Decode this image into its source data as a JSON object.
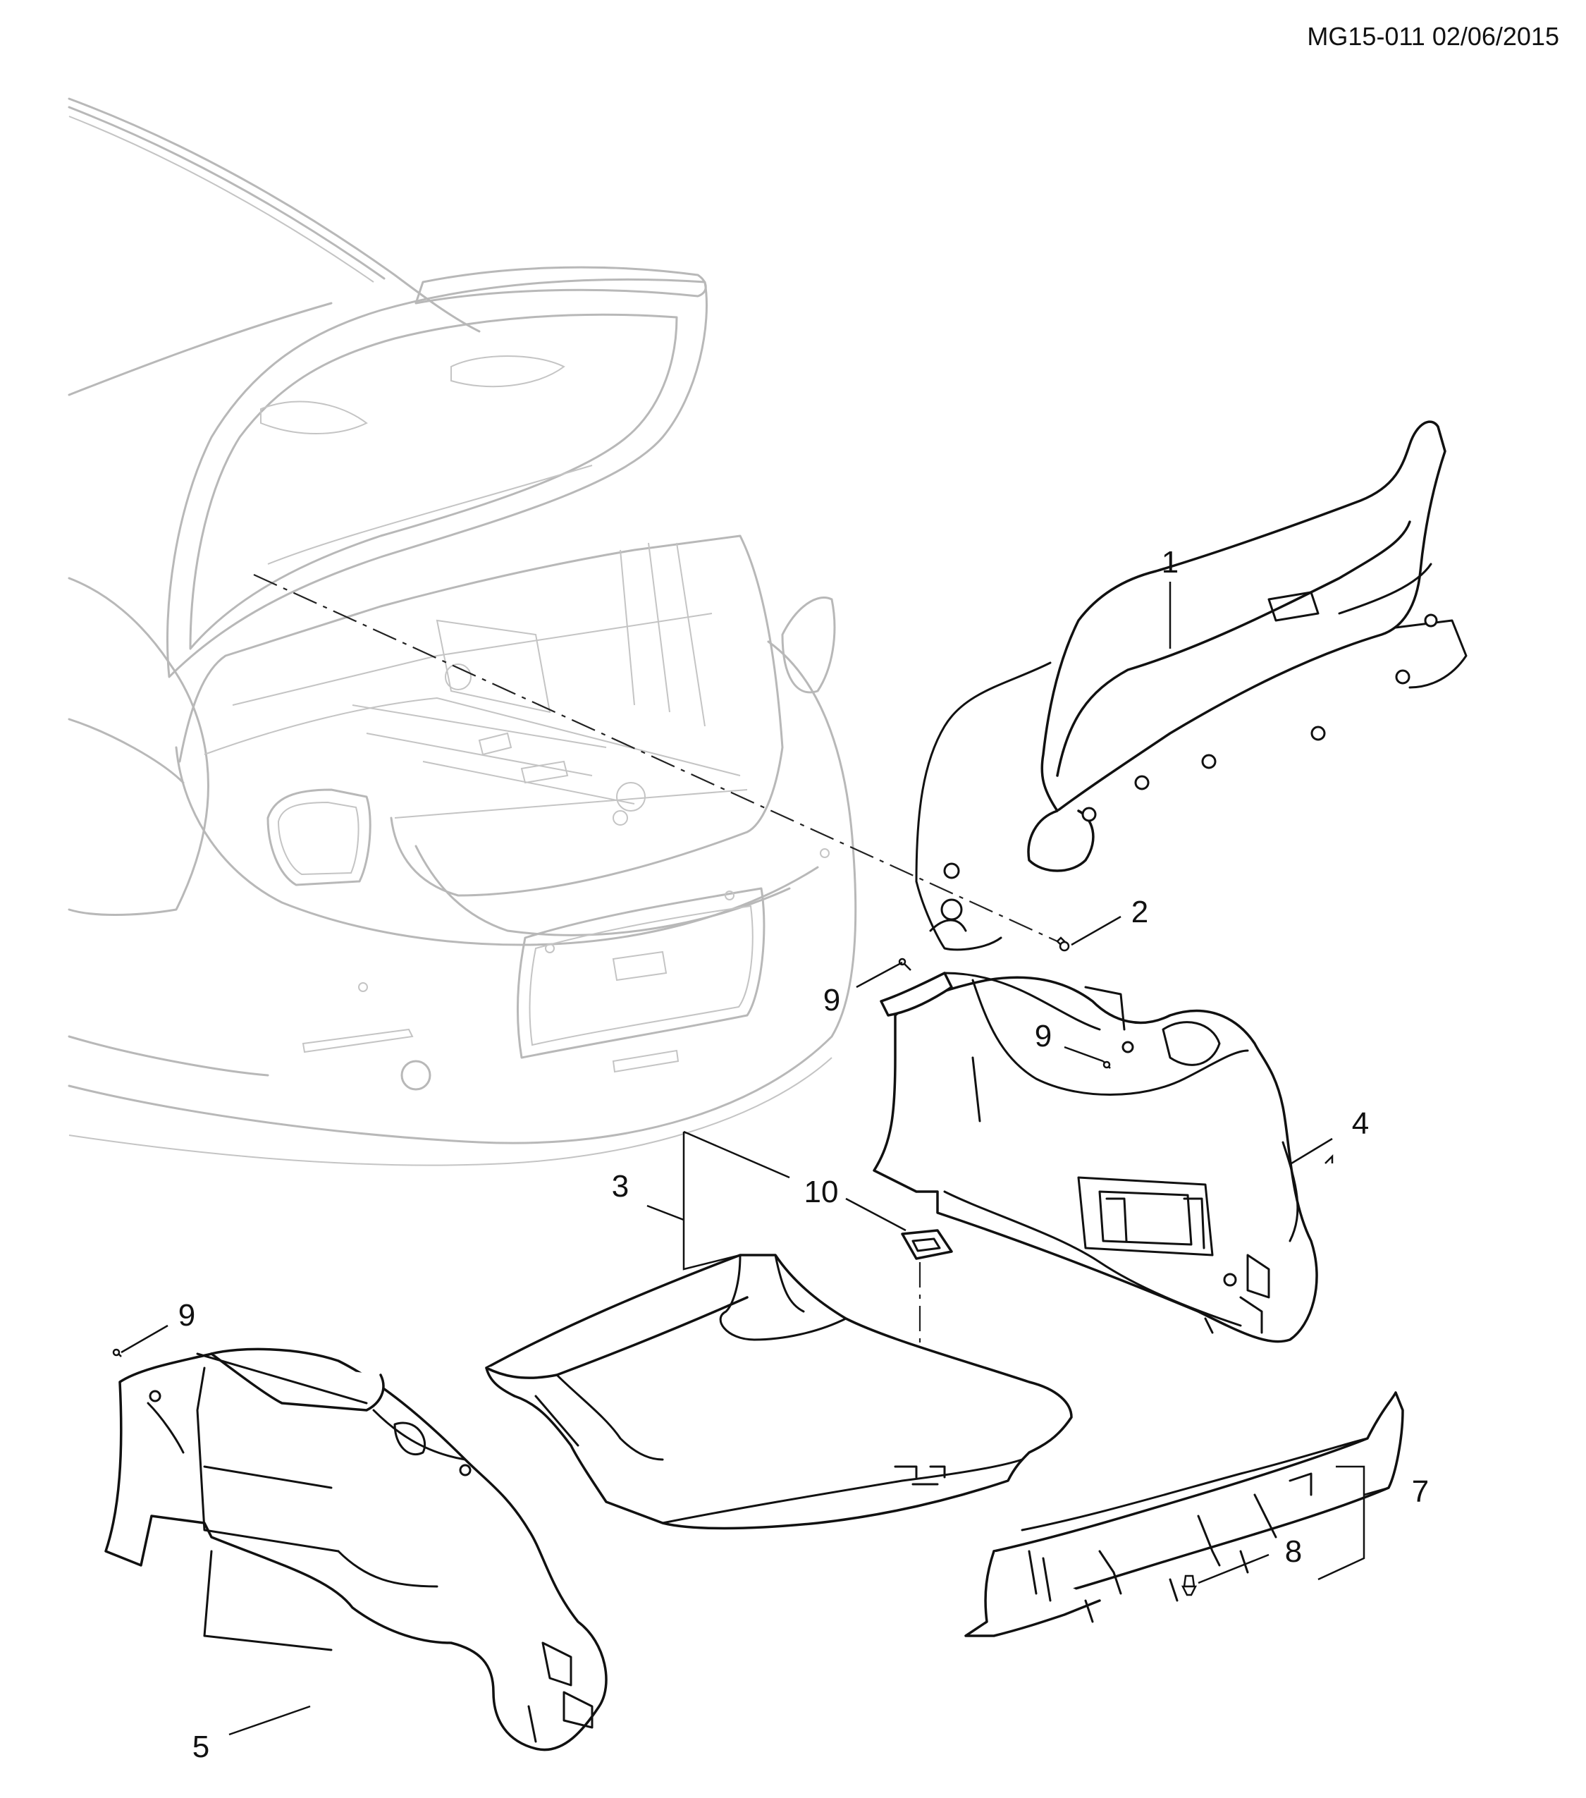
{
  "header": {
    "code": "MG15-011 02/06/2015"
  },
  "callouts": {
    "c1": "1",
    "c2": "2",
    "c3": "3",
    "c4": "4",
    "c5": "5",
    "c7": "7",
    "c8": "8",
    "c9_upper": "9",
    "c9_mid": "9",
    "c9_left": "9",
    "c10": "10"
  }
}
